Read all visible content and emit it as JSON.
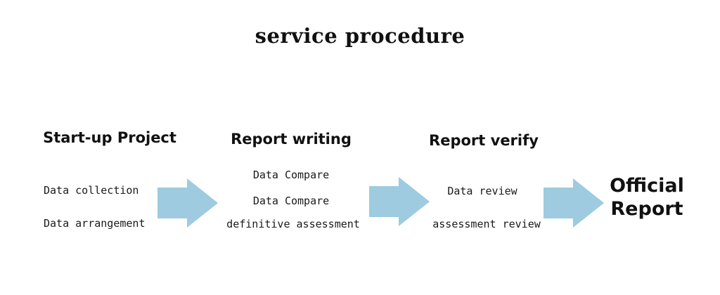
{
  "title": "service procedure",
  "steps": [
    {
      "heading": "Start-up Project",
      "items": [
        "Data collection",
        "Data arrangement"
      ]
    },
    {
      "heading": "Report writing",
      "items": [
        "Data Compare",
        "Data Compare",
        "definitive assessment"
      ]
    },
    {
      "heading": "Report verify",
      "items": [
        "Data review",
        "assessment review"
      ]
    }
  ],
  "final": {
    "line1": "Official",
    "line2": "Report"
  },
  "colors": {
    "arrow": "#9ecbdf",
    "text": "#111111",
    "background": "#ffffff"
  }
}
